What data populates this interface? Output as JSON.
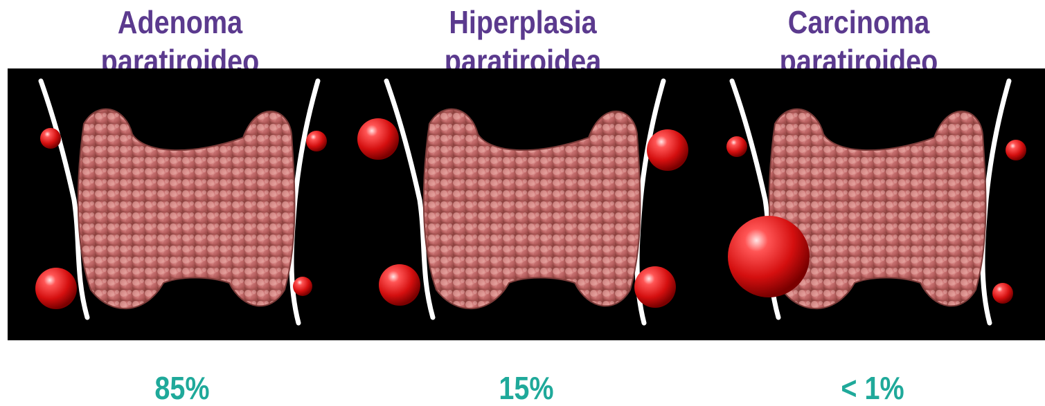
{
  "colors": {
    "title": "#5b3a8e",
    "percent": "#1fa99a",
    "background_band": "#000000",
    "gland": "#c8666b",
    "nodule": "#e01818"
  },
  "panels": [
    {
      "title_line1": "Adenoma",
      "title_line2": "paratiroideo",
      "percent": "85%"
    },
    {
      "title_line1": "Hiperplasia",
      "title_line2": "paratiroidea",
      "percent": "15%"
    },
    {
      "title_line1": "Carcinoma",
      "title_line2": "paratiroideo",
      "percent": "< 1%"
    }
  ],
  "illustration": {
    "icons": [
      "thyroid-gland-icon",
      "parathyroid-nodule-icon",
      "neck-outline-icon"
    ]
  }
}
